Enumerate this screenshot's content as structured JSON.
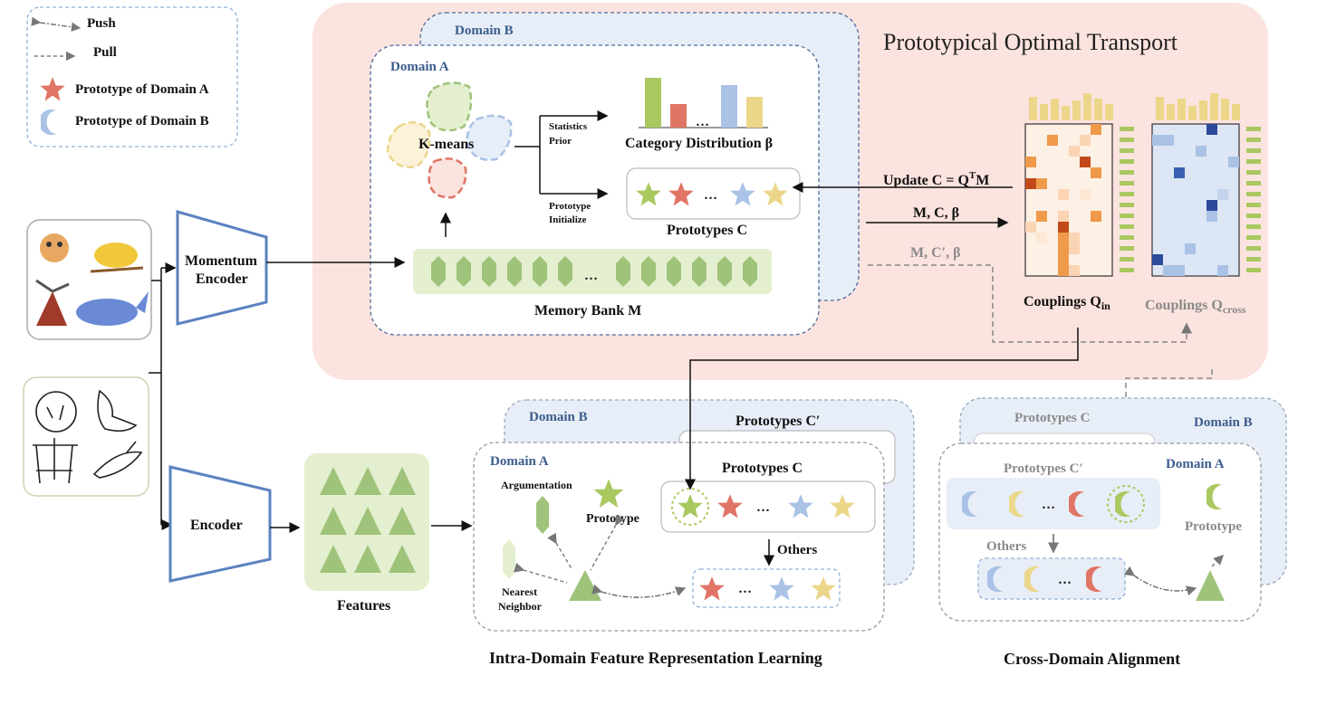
{
  "legend": {
    "push": "Push",
    "pull": "Pull",
    "protoA": "Prototype of Domain A",
    "protoB": "Prototype of Domain B"
  },
  "pot": {
    "title": "Prototypical Optimal Transport",
    "domainB": "Domain B",
    "domainA": "Domain A",
    "kmeans": "K-means",
    "stats1": "Statistics",
    "stats2": "Prior",
    "proto1": "Prototype",
    "proto2": "Initialize",
    "catdist": "Category Distribution β",
    "prototypes": "Prototypes C",
    "membank": "Memory Bank M",
    "update": "Update C = Q",
    "update_sup": "T",
    "update_end": "M",
    "mcb": "M, C, β",
    "mcpb": "M, C′, β",
    "coup_in": "Couplings Q",
    "coup_in_sub": "in",
    "coup_cross": "Couplings Q",
    "coup_cross_sub": "cross",
    "ellipsis": "…"
  },
  "encoders": {
    "momentum1": "Momentum",
    "momentum2": "Encoder",
    "encoder": "Encoder",
    "features": "Features"
  },
  "intra": {
    "domainB": "Domain B",
    "domainA": "Domain A",
    "protoCp": "Prototypes C′",
    "protoC": "Prototypes C",
    "argumentation": "Argumentation",
    "prototype": "Prototype",
    "nearest1": "Nearest",
    "nearest2": "Neighbor",
    "others": "Others",
    "caption": "Intra-Domain Feature Representation Learning"
  },
  "cross": {
    "protoC": "Prototypes C",
    "domainB": "Domain B",
    "protoCp": "Prototypes C′",
    "domainA": "Domain A",
    "prototype": "Prototype",
    "others": "Others",
    "caption": "Cross-Domain Alignment"
  },
  "colors": {
    "pink": "#fbe3df",
    "blueBox": "#e8eef7",
    "green": "#9fc37a",
    "red": "#e07565",
    "blue": "#a9c2e6",
    "yellow": "#ecd68a"
  }
}
